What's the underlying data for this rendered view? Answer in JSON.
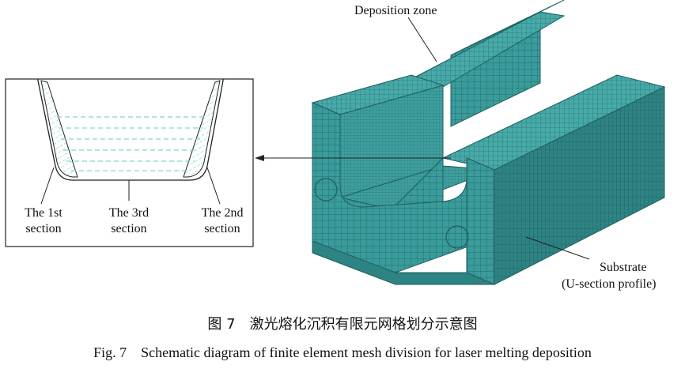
{
  "labels": {
    "deposition_zone": "Deposition zone",
    "substrate_line1": "Substrate",
    "substrate_line2": "(U-section profile)",
    "sec1_line1": "The 1st",
    "sec1_line2": "section",
    "sec3_line1": "The 3rd",
    "sec3_line2": "section",
    "sec2_line1": "The 2nd",
    "sec2_line2": "section"
  },
  "caption": {
    "chinese": "图 7　激光熔化沉积有限元网格划分示意图",
    "english": "Fig. 7　Schematic diagram of finite element mesh division for laser melting deposition"
  },
  "colors": {
    "mesh_fill": "#3a9b9b",
    "mesh_dark": "#2e8383",
    "mesh_light": "#47aaa8",
    "mesh_line": "#1f5f5f",
    "inset_dash": "#7fd3d3",
    "outline": "#222222"
  }
}
